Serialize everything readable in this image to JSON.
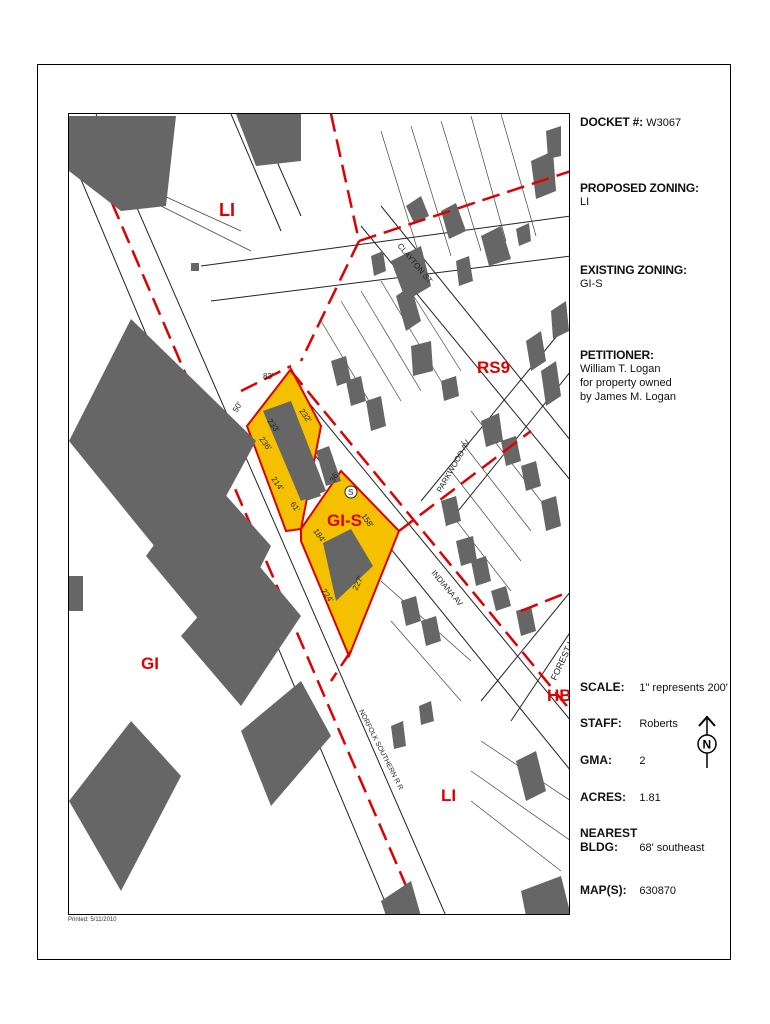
{
  "docket": {
    "label": "DOCKET #:",
    "value": "W3067"
  },
  "proposed_zoning": {
    "label": "PROPOSED ZONING:",
    "value": "LI"
  },
  "existing_zoning": {
    "label": "EXISTING ZONING:",
    "value": "GI-S"
  },
  "petitioner": {
    "label": "PETITIONER:",
    "lines": [
      "William T. Logan",
      "for property owned",
      "by James M. Logan"
    ]
  },
  "scale": {
    "label": "SCALE:",
    "value": "1\" represents 200'"
  },
  "staff": {
    "label": "STAFF:",
    "value": "Roberts"
  },
  "gma": {
    "label": "GMA:",
    "value": "2"
  },
  "acres": {
    "label": "ACRES:",
    "value": "1.81"
  },
  "nearest_bldg": {
    "label_line1": "NEAREST",
    "label_line2": "BLDG:",
    "value": "68' southeast"
  },
  "maps": {
    "label": "MAP(S):",
    "value": "630870"
  },
  "printed": "Printed: 5/11/2010",
  "north_arrow": {
    "icon": "north-arrow-icon",
    "letter": "N"
  },
  "map_labels": {
    "zones": [
      "LI",
      "RS9",
      "GI-S",
      "GI",
      "HB",
      "LI"
    ],
    "streets": [
      "CLAYTON ST",
      "PARKWOOD AV",
      "INDIANA AV",
      "FOREST HILL AV",
      "NORFOLK SOUTHERN R R"
    ],
    "dimensions": [
      "83'",
      "50'",
      "232'",
      "233'",
      "236'",
      "214'",
      "61'",
      "36'",
      "158'",
      "184'",
      "224'",
      "227'"
    ],
    "marker": "S"
  },
  "colors": {
    "subject_parcel": "#f5c000",
    "zoning_line": "#e00000",
    "building": "#666666",
    "zone_text": "#e00000"
  }
}
